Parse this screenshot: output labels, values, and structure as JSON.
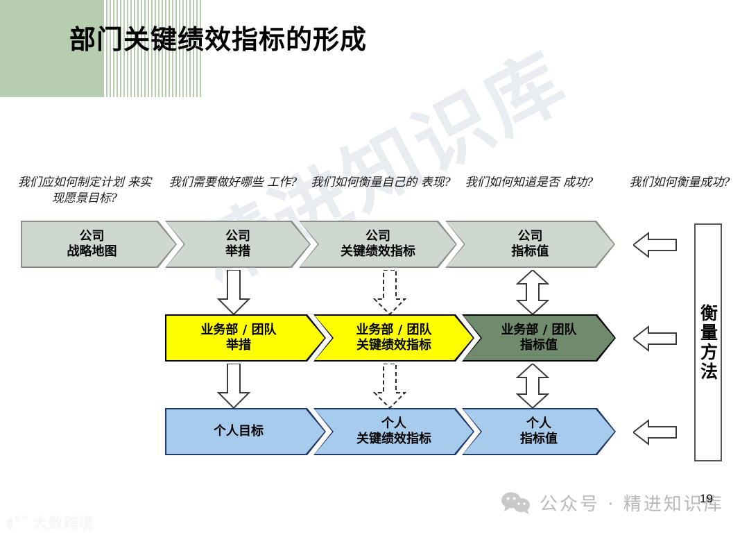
{
  "slide": {
    "title": "部门关键绩效指标的形成",
    "page_number": "19",
    "banner_color": "#b6cdb0"
  },
  "watermarks": {
    "diagonal": "精进知识库",
    "bottom_left_text": "大数跨境"
  },
  "questions": [
    {
      "id": "q1",
      "text": "我们应如何制定计划\n来实现愿景目标?"
    },
    {
      "id": "q2",
      "text": "我们需要做好哪些\n工作?"
    },
    {
      "id": "q3",
      "text": "我们如何衡量自己的\n表现?"
    },
    {
      "id": "q4",
      "text": "我们如何知道是否\n成功?"
    },
    {
      "id": "q5",
      "text": "我们如何衡量成功?"
    }
  ],
  "rows": {
    "company": {
      "fill": "#cfd8cf",
      "stroke": "#8a8f8a",
      "items": [
        {
          "id": "company-strategy-map",
          "text": "公司\n战略地图"
        },
        {
          "id": "company-initiatives",
          "text": "公司\n举措"
        },
        {
          "id": "company-kpi",
          "text": "公司\n关键绩效指标"
        },
        {
          "id": "company-target-value",
          "text": "公司\n指标值"
        }
      ]
    },
    "business_unit": {
      "fill_yellow": "#ffff00",
      "fill_green": "#6f8a6c",
      "stroke": "#000000",
      "items": [
        {
          "id": "bu-initiatives",
          "text": "业务部 / 团队\n举措"
        },
        {
          "id": "bu-kpi",
          "text": "业务部 / 团队\n关键绩效指标"
        },
        {
          "id": "bu-target-value",
          "text": "业务部 / 团队\n指标值"
        }
      ]
    },
    "individual": {
      "fill": "#a6cbec",
      "stroke": "#1f3864",
      "items": [
        {
          "id": "individual-goal",
          "text": "个人目标"
        },
        {
          "id": "individual-kpi",
          "text": "个人\n关键绩效指标"
        },
        {
          "id": "individual-target-value",
          "text": "个人\n指标值"
        }
      ]
    }
  },
  "measurement_box": {
    "label": "衡量方法"
  },
  "connectors": [
    {
      "id": "company-to-bu-initiatives",
      "style": "solid-down"
    },
    {
      "id": "company-kpi-to-bu-kpi",
      "style": "dashed-down"
    },
    {
      "id": "company-value-to-bu-value",
      "style": "double-vertical"
    },
    {
      "id": "bu-initiatives-to-individual-goal",
      "style": "solid-down"
    },
    {
      "id": "bu-kpi-to-individual-kpi",
      "style": "dashed-down"
    },
    {
      "id": "bu-value-to-individual-value",
      "style": "double-vertical"
    },
    {
      "id": "measure-arrow-company",
      "style": "left-arrow"
    },
    {
      "id": "measure-arrow-bu",
      "style": "left-arrow"
    },
    {
      "id": "measure-arrow-individual",
      "style": "left-arrow"
    }
  ],
  "footer": {
    "brand_text": "公众号 · 精进知识库",
    "icon": "wechat-icon"
  }
}
